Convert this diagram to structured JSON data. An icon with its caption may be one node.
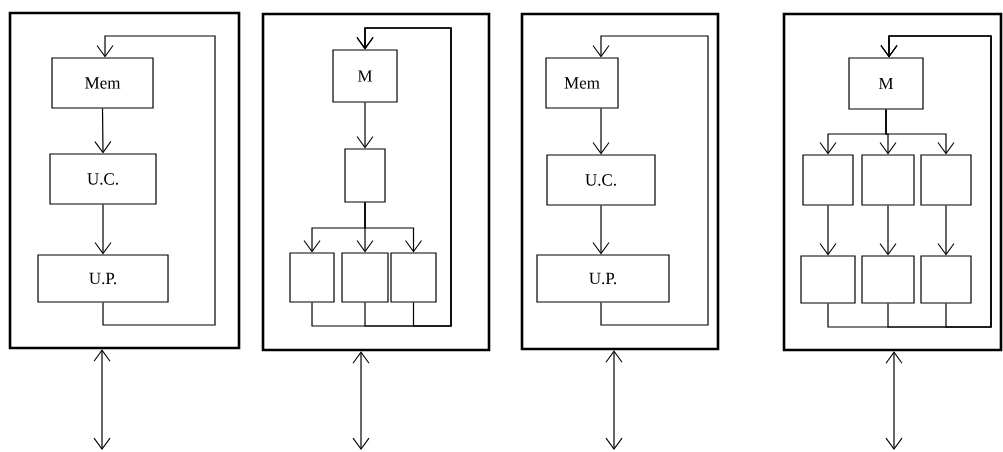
{
  "diagram": {
    "nodes": [
      {
        "text": [],
        "shape": "box"
      },
      {
        "text": [
          "Mem"
        ],
        "in": 0
      },
      {
        "text": [
          "U.C."
        ],
        "in": 0
      },
      {
        "text": [
          "U.P."
        ],
        "in": 0
      },
      {
        "text": [],
        "shape": "box"
      },
      {
        "text": [
          "M"
        ],
        "in": 4
      },
      {
        "text": [],
        "shape": "box",
        "in": 4
      },
      {
        "text": [],
        "shape": "box",
        "in": 4
      },
      {
        "text": [],
        "shape": "box",
        "in": 4
      },
      {
        "text": [],
        "shape": "box",
        "in": 4
      },
      {
        "text": [],
        "shape": "box"
      },
      {
        "text": [
          "Mem"
        ],
        "in": 10
      },
      {
        "text": [
          "U.C."
        ],
        "in": 10
      },
      {
        "text": [
          "U.P."
        ],
        "in": 10
      },
      {
        "text": [],
        "shape": "box"
      },
      {
        "text": [
          "M"
        ],
        "in": 14
      },
      {
        "text": [],
        "shape": "box",
        "in": 14
      },
      {
        "text": [],
        "shape": "box",
        "in": 14
      },
      {
        "text": [],
        "shape": "box",
        "in": 14
      },
      {
        "text": [],
        "shape": "box",
        "in": 14
      },
      {
        "text": [],
        "shape": "box",
        "in": 14
      },
      {
        "text": [],
        "shape": "box",
        "in": 14
      }
    ],
    "edges": [
      {
        "from": 1,
        "to": 2,
        "arrow": "to"
      },
      {
        "from": 2,
        "to": 3,
        "arrow": "to"
      },
      {
        "from": 3,
        "to": 1,
        "arrow": "to"
      },
      {
        "from": 0,
        "to": null,
        "arrow": "both"
      },
      {
        "from": 5,
        "to": 6,
        "arrow": "to"
      },
      {
        "from": 6,
        "to": 7,
        "arrow": "to"
      },
      {
        "from": 6,
        "to": 8,
        "arrow": "to"
      },
      {
        "from": 6,
        "to": 9,
        "arrow": "to"
      },
      {
        "from": 7,
        "to": 5,
        "arrow": "to"
      },
      {
        "from": 8,
        "to": 5,
        "arrow": "to"
      },
      {
        "from": 9,
        "to": 5,
        "arrow": "to"
      },
      {
        "from": 4,
        "to": null,
        "arrow": "both"
      },
      {
        "from": 11,
        "to": 12,
        "arrow": "to"
      },
      {
        "from": 12,
        "to": 13,
        "arrow": "to"
      },
      {
        "from": 13,
        "to": 11,
        "arrow": "to"
      },
      {
        "from": 10,
        "to": null,
        "arrow": "both"
      },
      {
        "from": 15,
        "to": 16,
        "arrow": "to"
      },
      {
        "from": 15,
        "to": 17,
        "arrow": "to"
      },
      {
        "from": 15,
        "to": 18,
        "arrow": "to"
      },
      {
        "from": 16,
        "to": 19,
        "arrow": "to"
      },
      {
        "from": 17,
        "to": 20,
        "arrow": "to"
      },
      {
        "from": 18,
        "to": 21,
        "arrow": "to"
      },
      {
        "from": 19,
        "to": 15,
        "arrow": "to"
      },
      {
        "from": 20,
        "to": 15,
        "arrow": "to"
      },
      {
        "from": 21,
        "to": 15,
        "arrow": "to"
      },
      {
        "from": 14,
        "to": null,
        "arrow": "both"
      }
    ]
  }
}
